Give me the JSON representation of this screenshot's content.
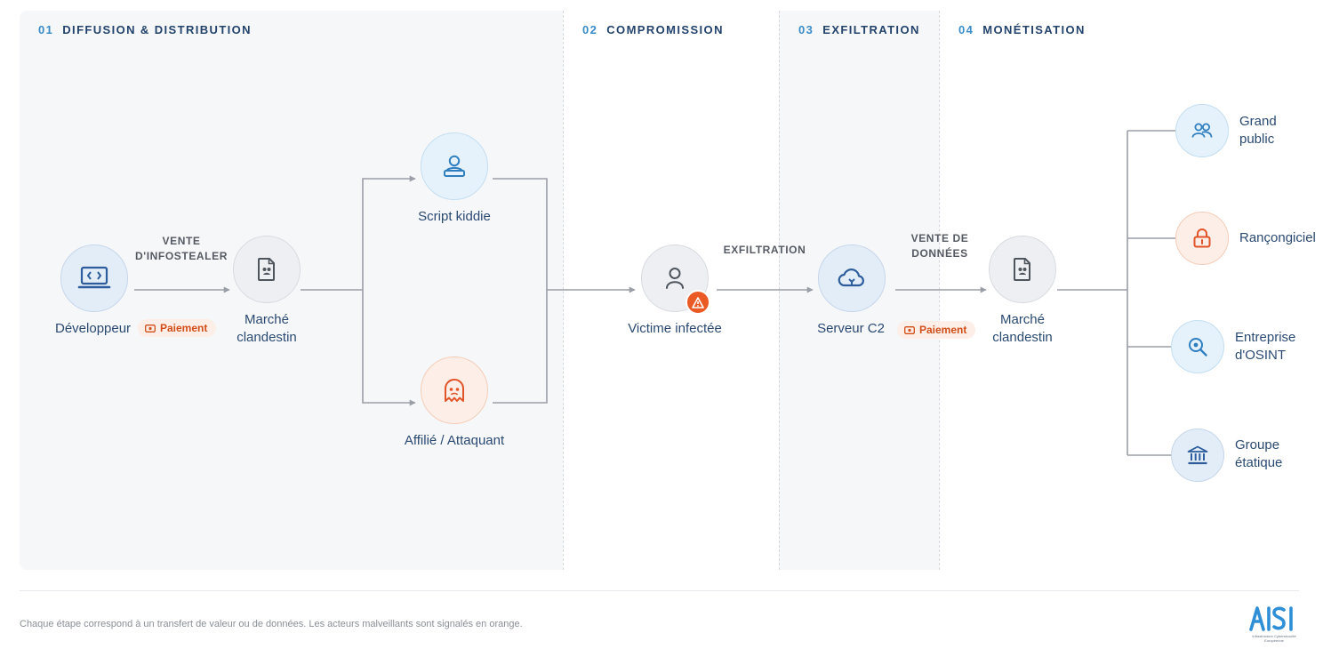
{
  "phases": [
    {
      "num": "01",
      "title": "DIFFUSION & DISTRIBUTION"
    },
    {
      "num": "02",
      "title": "COMPROMISSION"
    },
    {
      "num": "03",
      "title": "EXFILTRATION"
    },
    {
      "num": "04",
      "title": "MONÉTISATION"
    }
  ],
  "nodes": {
    "developer": {
      "label": "Développeur",
      "icon": "code-laptop-icon"
    },
    "market1": {
      "label_line1": "Marché",
      "label_line2": "clandestin",
      "icon": "document-icon"
    },
    "script_kiddie": {
      "label": "Script kiddie",
      "icon": "hacker-icon"
    },
    "affiliate": {
      "label": "Affilié / Attaquant",
      "icon": "ghost-icon"
    },
    "victim": {
      "label": "Victime infectée",
      "icon": "user-icon",
      "badge": "warning-icon"
    },
    "c2": {
      "label": "Serveur C2",
      "icon": "cloud-icon"
    },
    "market2": {
      "label_line1": "Marché",
      "label_line2": "clandestin",
      "icon": "document-icon"
    },
    "public": {
      "label_line1": "Grand",
      "label_line2": "public",
      "icon": "users-icon"
    },
    "ransomware": {
      "label": "Rançongiciel",
      "icon": "lock-icon"
    },
    "osint": {
      "label_line1": "Entreprise",
      "label_line2": "d'OSINT",
      "icon": "search-icon"
    },
    "state": {
      "label_line1": "Groupe",
      "label_line2": "étatique",
      "icon": "bank-icon"
    }
  },
  "edges": {
    "sale_line1": "VENTE",
    "sale_line2": "D'INFOSTEALER",
    "exfiltration": "EXFILTRATION",
    "data_sale_line1": "VENTE DE",
    "data_sale_line2": "DONNÉES"
  },
  "badges": {
    "payment1": "Paiement",
    "payment2": "Paiement"
  },
  "colors": {
    "phase_title": "#23436c",
    "phase_number": "#3a8cc8",
    "malicious_accent": "#ea5a25",
    "arrow": "#9a9ea6"
  },
  "footer": {
    "note": "Chaque étape correspond à un transfert de valeur ou de données. Les acteurs malveillants sont signalés en orange.",
    "logo_text": "AISI",
    "logo_subtitle": "Infrastructure Cybersécurité Européenne"
  }
}
